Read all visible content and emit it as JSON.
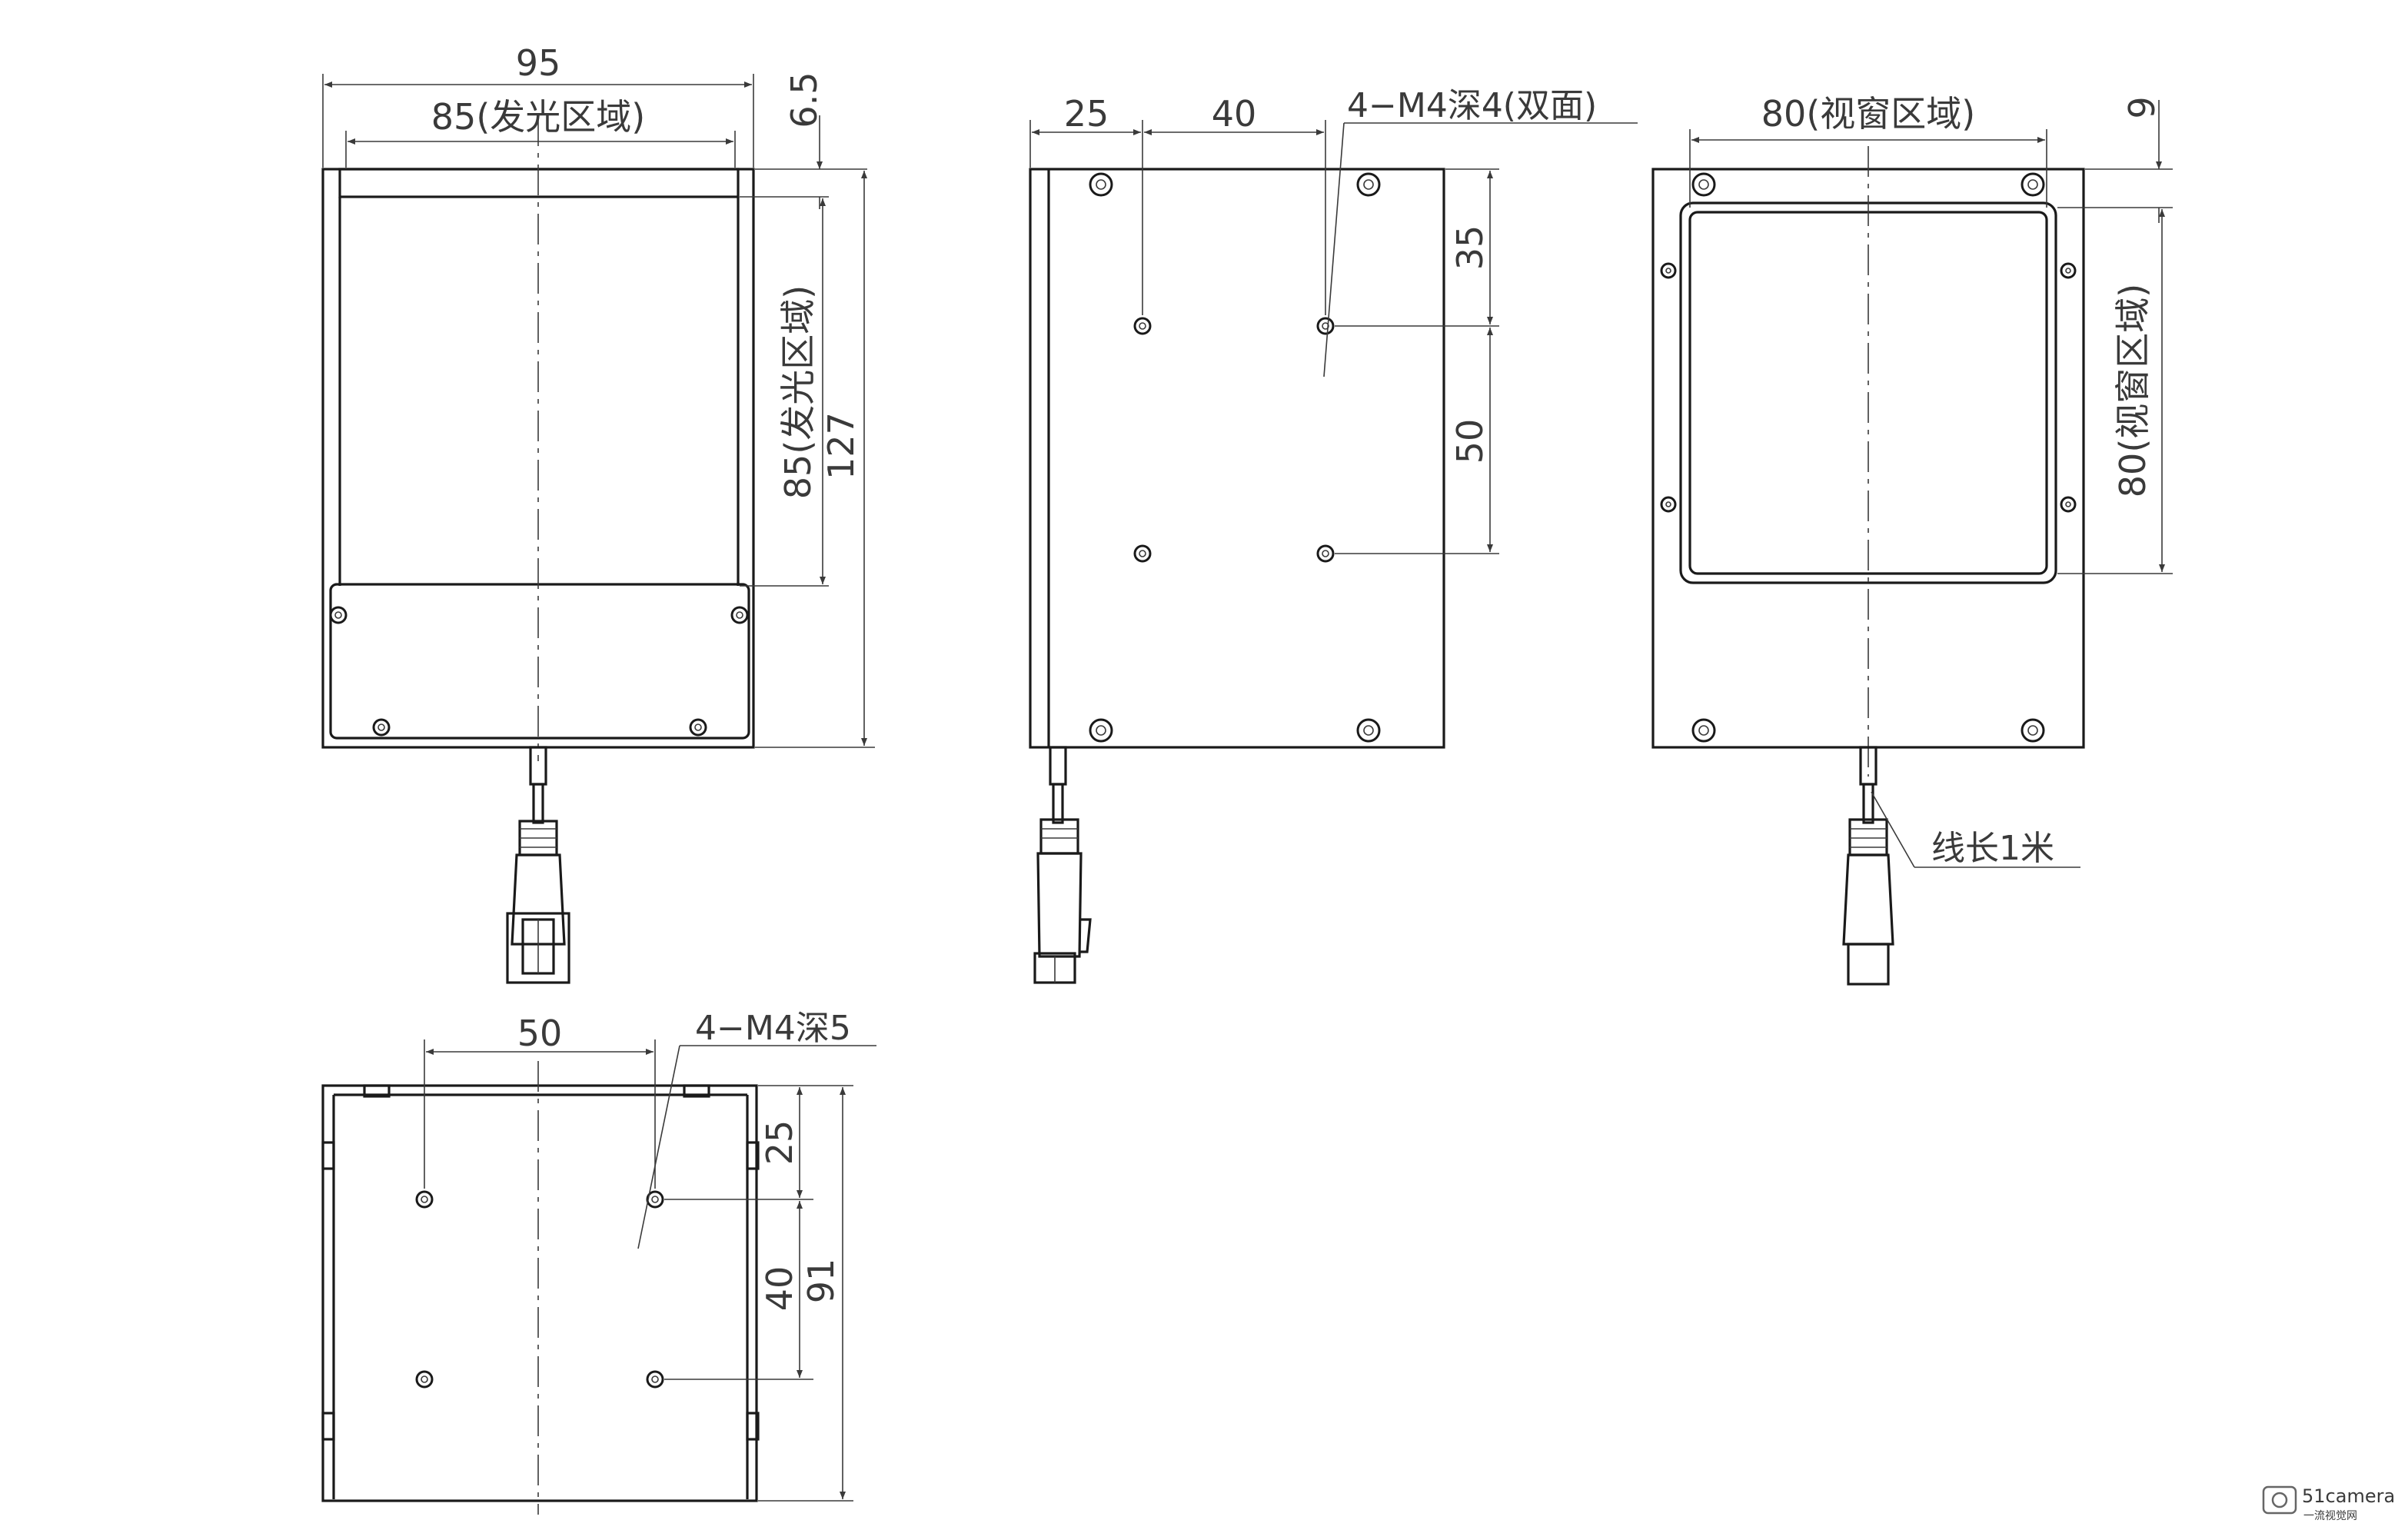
{
  "views": {
    "front": {
      "width_total": "95",
      "emit_width": "85(发光区域)",
      "top_offset": "6.5",
      "emit_height": "85(发光区域)",
      "height_total": "127"
    },
    "side": {
      "offset_left": "25",
      "hole_spacing_x": "40",
      "thread_note": "4−M4深4(双面)",
      "hole_offset_top": "35",
      "hole_spacing_y": "50"
    },
    "back": {
      "window_width": "80(视窗区域)",
      "top_offset": "9",
      "window_height": "80(视窗区域)",
      "cable_note": "线长1米"
    },
    "bottom": {
      "hole_spacing_x": "50",
      "thread_note": "4−M4深5",
      "hole_offset_top": "25",
      "hole_spacing_y": "40",
      "depth_total": "91"
    }
  },
  "watermark": {
    "brand": "51camera",
    "sub": "一流视觉网"
  }
}
